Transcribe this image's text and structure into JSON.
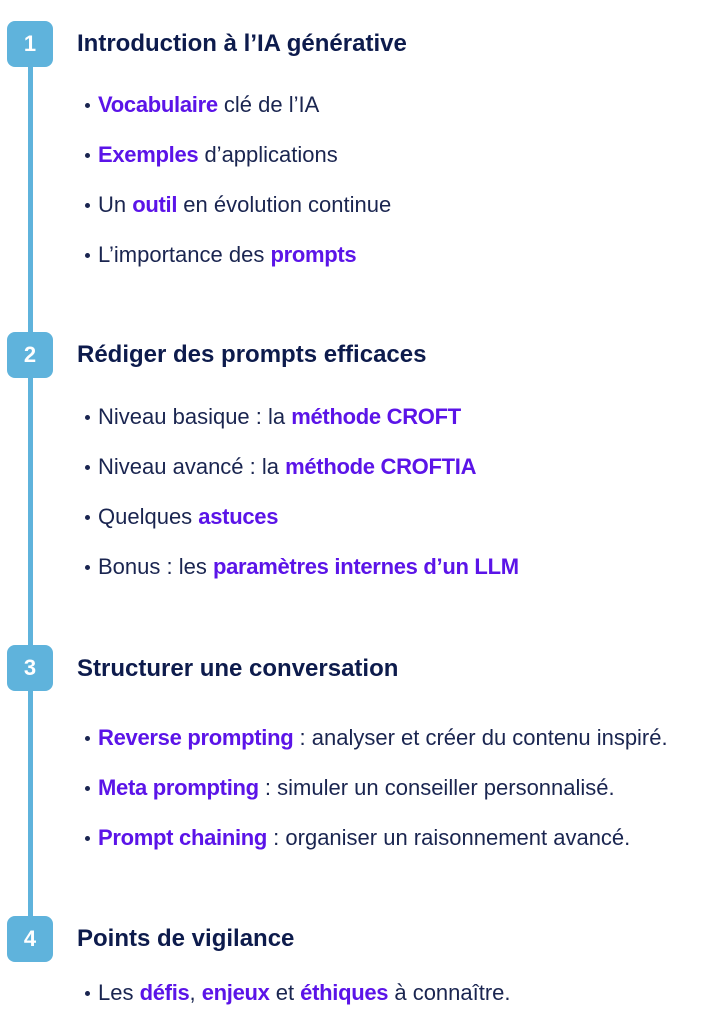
{
  "sections": [
    {
      "number": "1",
      "title": "Introduction à l’IA générative",
      "items": [
        [
          {
            "t": "Vocabulaire",
            "h": true
          },
          {
            "t": " clé de l’IA",
            "h": false
          }
        ],
        [
          {
            "t": "Exemples",
            "h": true
          },
          {
            "t": " d’applications",
            "h": false
          }
        ],
        [
          {
            "t": "Un ",
            "h": false
          },
          {
            "t": "outil",
            "h": true
          },
          {
            "t": " en évolution continue",
            "h": false
          }
        ],
        [
          {
            "t": "L’importance des ",
            "h": false
          },
          {
            "t": "prompts",
            "h": true
          }
        ]
      ]
    },
    {
      "number": "2",
      "title": "Rédiger des prompts efficaces",
      "items": [
        [
          {
            "t": "Niveau basique : la ",
            "h": false
          },
          {
            "t": "méthode CROFT",
            "h": true
          }
        ],
        [
          {
            "t": "Niveau avancé : la ",
            "h": false
          },
          {
            "t": "méthode CROFTIA",
            "h": true
          }
        ],
        [
          {
            "t": "Quelques ",
            "h": false
          },
          {
            "t": "astuces",
            "h": true
          }
        ],
        [
          {
            "t": "Bonus : les ",
            "h": false
          },
          {
            "t": "paramètres internes d’un LLM",
            "h": true
          }
        ]
      ]
    },
    {
      "number": "3",
      "title": "Structurer une conversation",
      "items": [
        [
          {
            "t": "Reverse prompting",
            "h": true
          },
          {
            "t": " : analyser et créer du contenu inspiré.",
            "h": false
          }
        ],
        [
          {
            "t": "Meta prompting",
            "h": true
          },
          {
            "t": " : simuler un conseiller personnalisé.",
            "h": false
          }
        ],
        [
          {
            "t": "Prompt chaining",
            "h": true
          },
          {
            "t": " : organiser un raisonnement avancé.",
            "h": false
          }
        ]
      ]
    },
    {
      "number": "4",
      "title": "Points de vigilance",
      "items": [
        [
          {
            "t": "Les ",
            "h": false
          },
          {
            "t": "défis",
            "h": true
          },
          {
            "t": ", ",
            "h": false
          },
          {
            "t": "enjeux",
            "h": true
          },
          {
            "t": " et ",
            "h": false
          },
          {
            "t": "éthiques",
            "h": true
          },
          {
            "t": " à connaître.",
            "h": false
          }
        ]
      ]
    }
  ],
  "colors": {
    "accent": "#5fb3dc",
    "title": "#0d1b4c",
    "text": "#1a2550",
    "highlight": "#5b14e8"
  }
}
